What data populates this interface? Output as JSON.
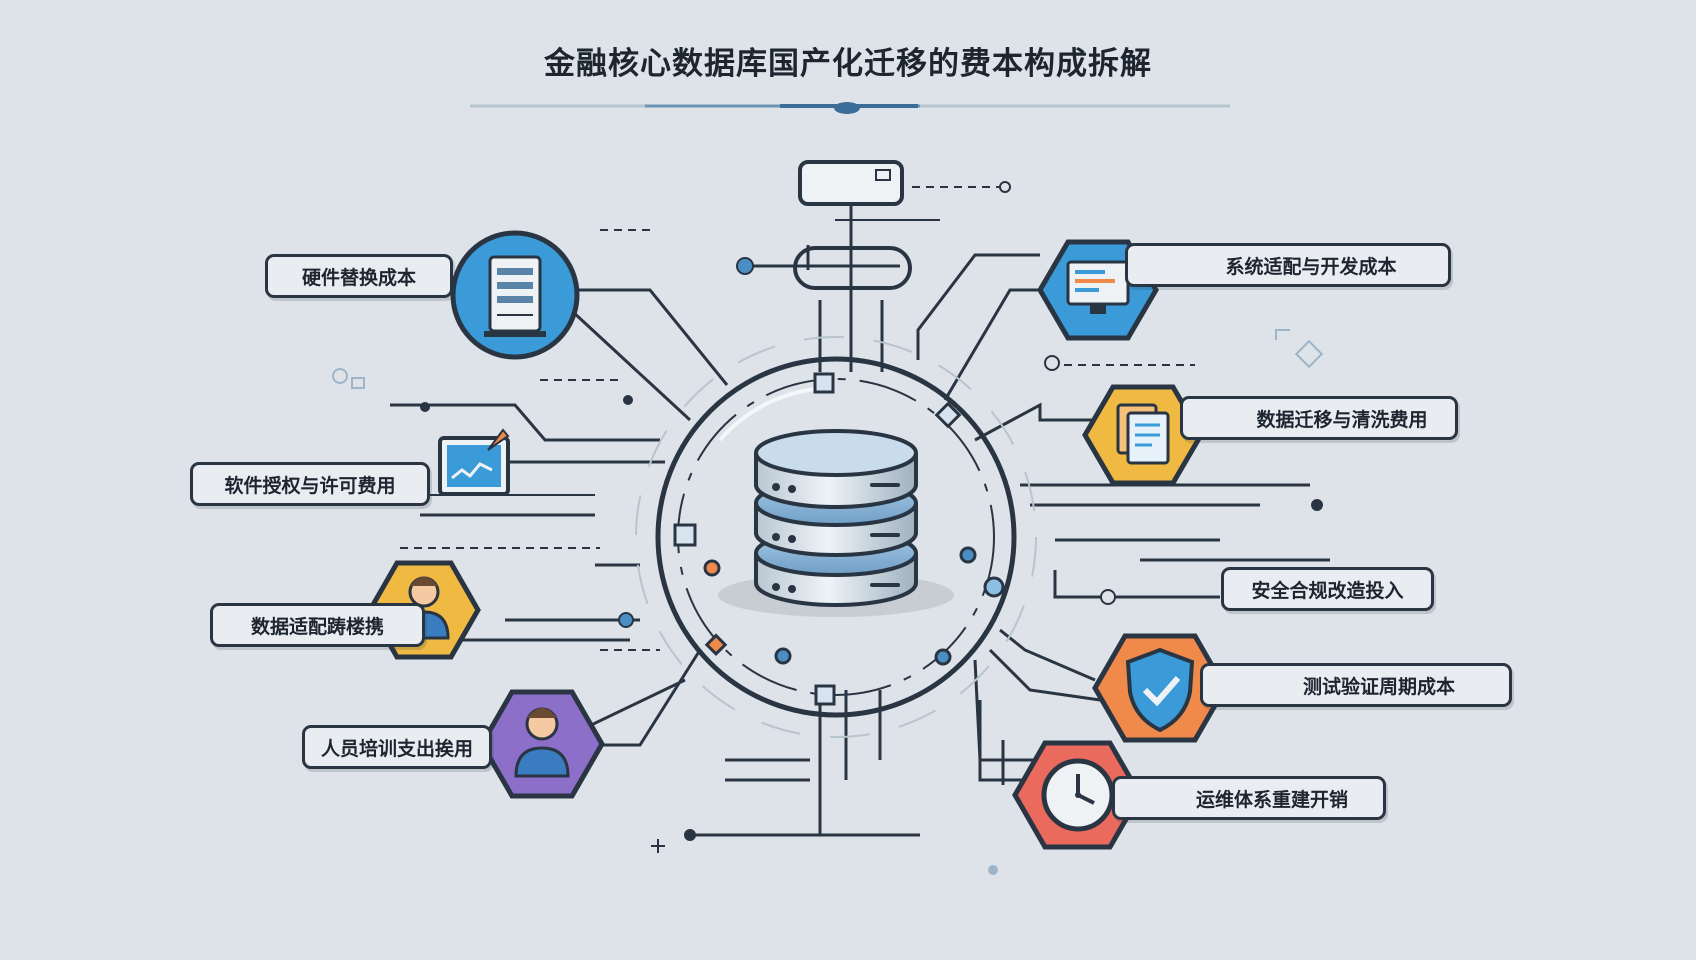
{
  "title": "金融核心数据库国产化迁移的费本构成拆解",
  "left_items": [
    {
      "label": "硬件替换成本",
      "icon": "server-icon",
      "color": "#3a9bd8"
    },
    {
      "label": "软件授权与许可费用",
      "icon": "chart-screen-icon",
      "color": "#3a9bd8"
    },
    {
      "label": "数据适配踌楼携",
      "icon": "person-icon",
      "color": "#f0b942"
    },
    {
      "label": "人员培训支出挨用",
      "icon": "person-icon",
      "color": "#8b6fc8"
    }
  ],
  "right_items": [
    {
      "label": "系统适配与开发成本",
      "icon": "monitor-code-icon",
      "color": "#3a9bd8"
    },
    {
      "label": "数据迁移与清洗费用",
      "icon": "documents-icon",
      "color": "#f0b942"
    },
    {
      "label": "安全合规改造投入",
      "icon": "",
      "color": ""
    },
    {
      "label": "测试验证周期成本",
      "icon": "shield-check-icon",
      "color": "#f08a4b"
    },
    {
      "label": "运维体系重建开销",
      "icon": "clock-icon",
      "color": "#ea6a5e"
    }
  ],
  "center": {
    "icon": "database-icon"
  }
}
